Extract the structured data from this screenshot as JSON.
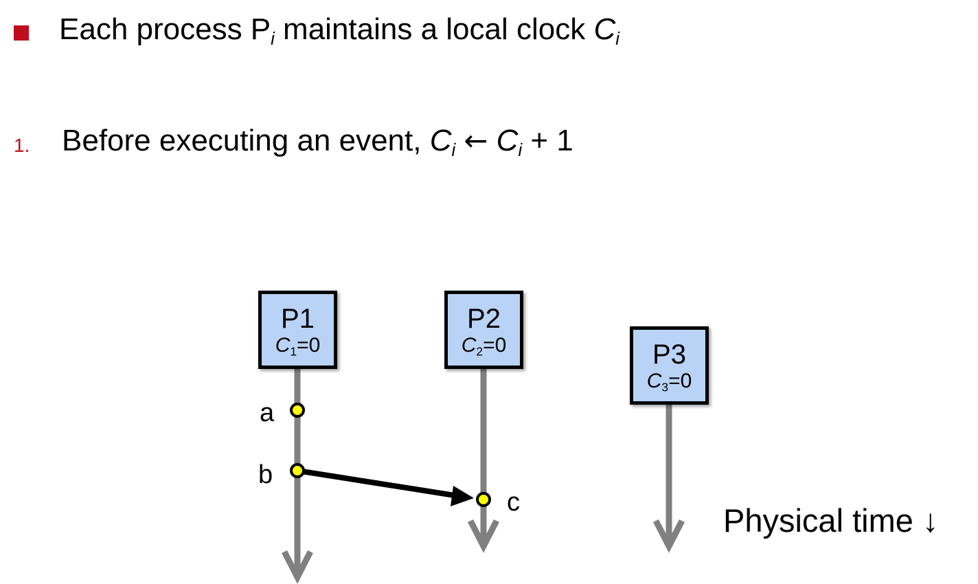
{
  "bullet": {
    "marker_color": "#c00d1e",
    "text_before": "Each process P",
    "proc_sub": "i",
    "text_middle": " maintains a local clock ",
    "clock_var": "C",
    "clock_sub": "i"
  },
  "rule1": {
    "number": "1.",
    "number_color": "#c00d1e",
    "text": "Before executing an event, ",
    "lhs_var": "C",
    "lhs_sub": "i",
    "arrow": "←",
    "rhs_var": "C",
    "rhs_sub": "i",
    "rhs_tail": " + 1"
  },
  "processes": [
    {
      "name": "P1",
      "clock_var": "C",
      "clock_sub": "1",
      "clock_value": "=0"
    },
    {
      "name": "P2",
      "clock_var": "C",
      "clock_sub": "2",
      "clock_value": "=0"
    },
    {
      "name": "P3",
      "clock_var": "C",
      "clock_sub": "3",
      "clock_value": "=0"
    }
  ],
  "events": [
    {
      "label": "a",
      "process": "P1"
    },
    {
      "label": "b",
      "process": "P1"
    },
    {
      "label": "c",
      "process": "P2"
    }
  ],
  "messages": [
    {
      "from": "b",
      "to": "c"
    }
  ],
  "time_label": "Physical time ↓",
  "colors": {
    "box_fill": "#b9d3f6",
    "timeline": "#808080",
    "event_fill": "#ffff00",
    "message": "#000000"
  }
}
